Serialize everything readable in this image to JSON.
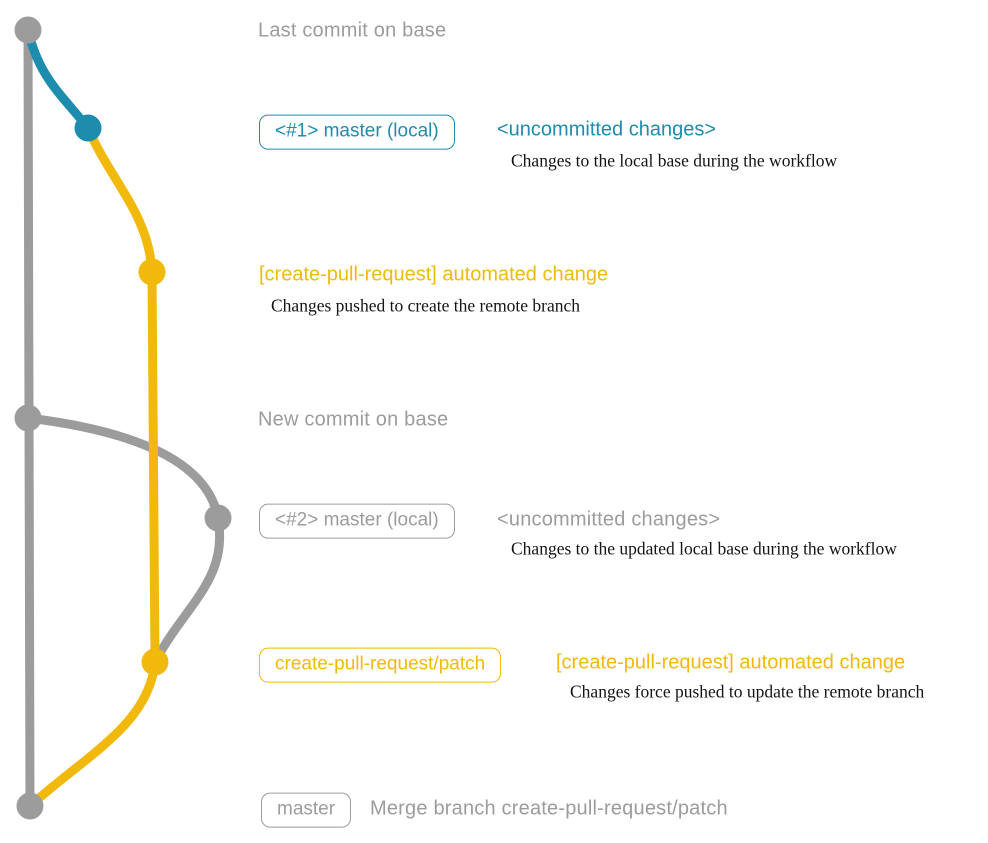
{
  "colors": {
    "gray": "#9c9c9c",
    "blue": "#1d8cad",
    "yellow": "#f2b90d",
    "desc_text": "#141414"
  },
  "graph": {
    "base_branch": "base",
    "dots": [
      {
        "id": "last-base-commit",
        "color": "gray"
      },
      {
        "id": "local-commit-1",
        "color": "blue"
      },
      {
        "id": "pr-commit-1",
        "color": "yellow"
      },
      {
        "id": "new-base-commit",
        "color": "gray"
      },
      {
        "id": "local-commit-2",
        "color": "gray"
      },
      {
        "id": "pr-commit-2",
        "color": "yellow"
      },
      {
        "id": "merge-commit",
        "color": "gray"
      }
    ]
  },
  "annotations": {
    "last_commit": {
      "label": "Last commit on base"
    },
    "local1": {
      "badge": "<#1> master (local)",
      "title": "<uncommitted changes>",
      "desc": "Changes to the local base during the workflow"
    },
    "pr1": {
      "title": "[create-pull-request] automated change",
      "desc": "Changes pushed to create the remote branch"
    },
    "new_commit": {
      "label": "New commit on base"
    },
    "local2": {
      "badge": "<#2> master (local)",
      "title": "<uncommitted changes>",
      "desc": "Changes to the updated local base during the workflow"
    },
    "pr2": {
      "badge": "create-pull-request/patch",
      "title": "[create-pull-request] automated change",
      "desc": "Changes force pushed to update the remote branch"
    },
    "merge": {
      "badge": "master",
      "title": "Merge branch create-pull-request/patch"
    }
  }
}
